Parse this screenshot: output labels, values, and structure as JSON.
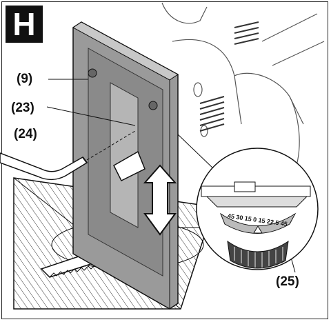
{
  "figure": {
    "panel_letter": "H",
    "callouts": {
      "c9": "(9)",
      "c23": "(23)",
      "c24": "(24)",
      "c25": "(25)"
    },
    "scale_text": "45 30 15 0 15 22.5 45"
  }
}
